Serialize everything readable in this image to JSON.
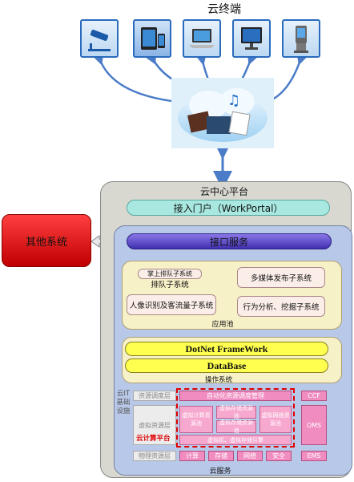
{
  "terminal": {
    "title": "云终端"
  },
  "platform": {
    "title": "云中心平台",
    "portal_label": "接入门户（WorkPortal）",
    "interface_label": "接口服务",
    "bottom_label": "云服务"
  },
  "other_system": {
    "label": "其他系统"
  },
  "app_pool": {
    "label": "应用池",
    "items": [
      "掌上排队子系统",
      "排队子系统",
      "多媒体发布子系统",
      "人像识别及客流量子系统",
      "行为分析、挖掘子系统"
    ]
  },
  "os_layer": {
    "label": "操作系统",
    "dotnet": "DotNet FrameWork",
    "database": "DataBase"
  },
  "infra": {
    "row1_label": "资源调度层",
    "row1_content": "自动化资源调度管理",
    "row2_label": "虚拟资源层",
    "virtual_items": [
      "虚拟计算资源池",
      "虚拟存储资源池",
      "虚拟网络资源池"
    ],
    "virtual_storage_sub": "虚拟存储资源池",
    "engine": "虚拟机、虚拟存储引擎",
    "red_label": "云计算平台",
    "row3_label": "物理资源层",
    "physical_items": [
      "计算",
      "存储",
      "网络",
      "安全"
    ],
    "side_label": "云IT基础设施",
    "right_items": [
      "CCF",
      "OMS",
      "EMS"
    ]
  },
  "colors": {
    "platform_bg": "#d8d8d0",
    "service_bg": "#b8c8e8",
    "portal": "#a8e8e0",
    "interface": "#5a44c8",
    "yellow": "#f7f1c8",
    "highlight": "#ffff50",
    "pink": "#f08cc0",
    "red_box": "#e00000",
    "connector": "#4a7cc8"
  },
  "icons": [
    "cctv-camera-icon",
    "tablet-phone-icon",
    "laptop-icon",
    "desktop-monitor-icon",
    "kiosk-terminal-icon",
    "cloud-media-icon"
  ]
}
